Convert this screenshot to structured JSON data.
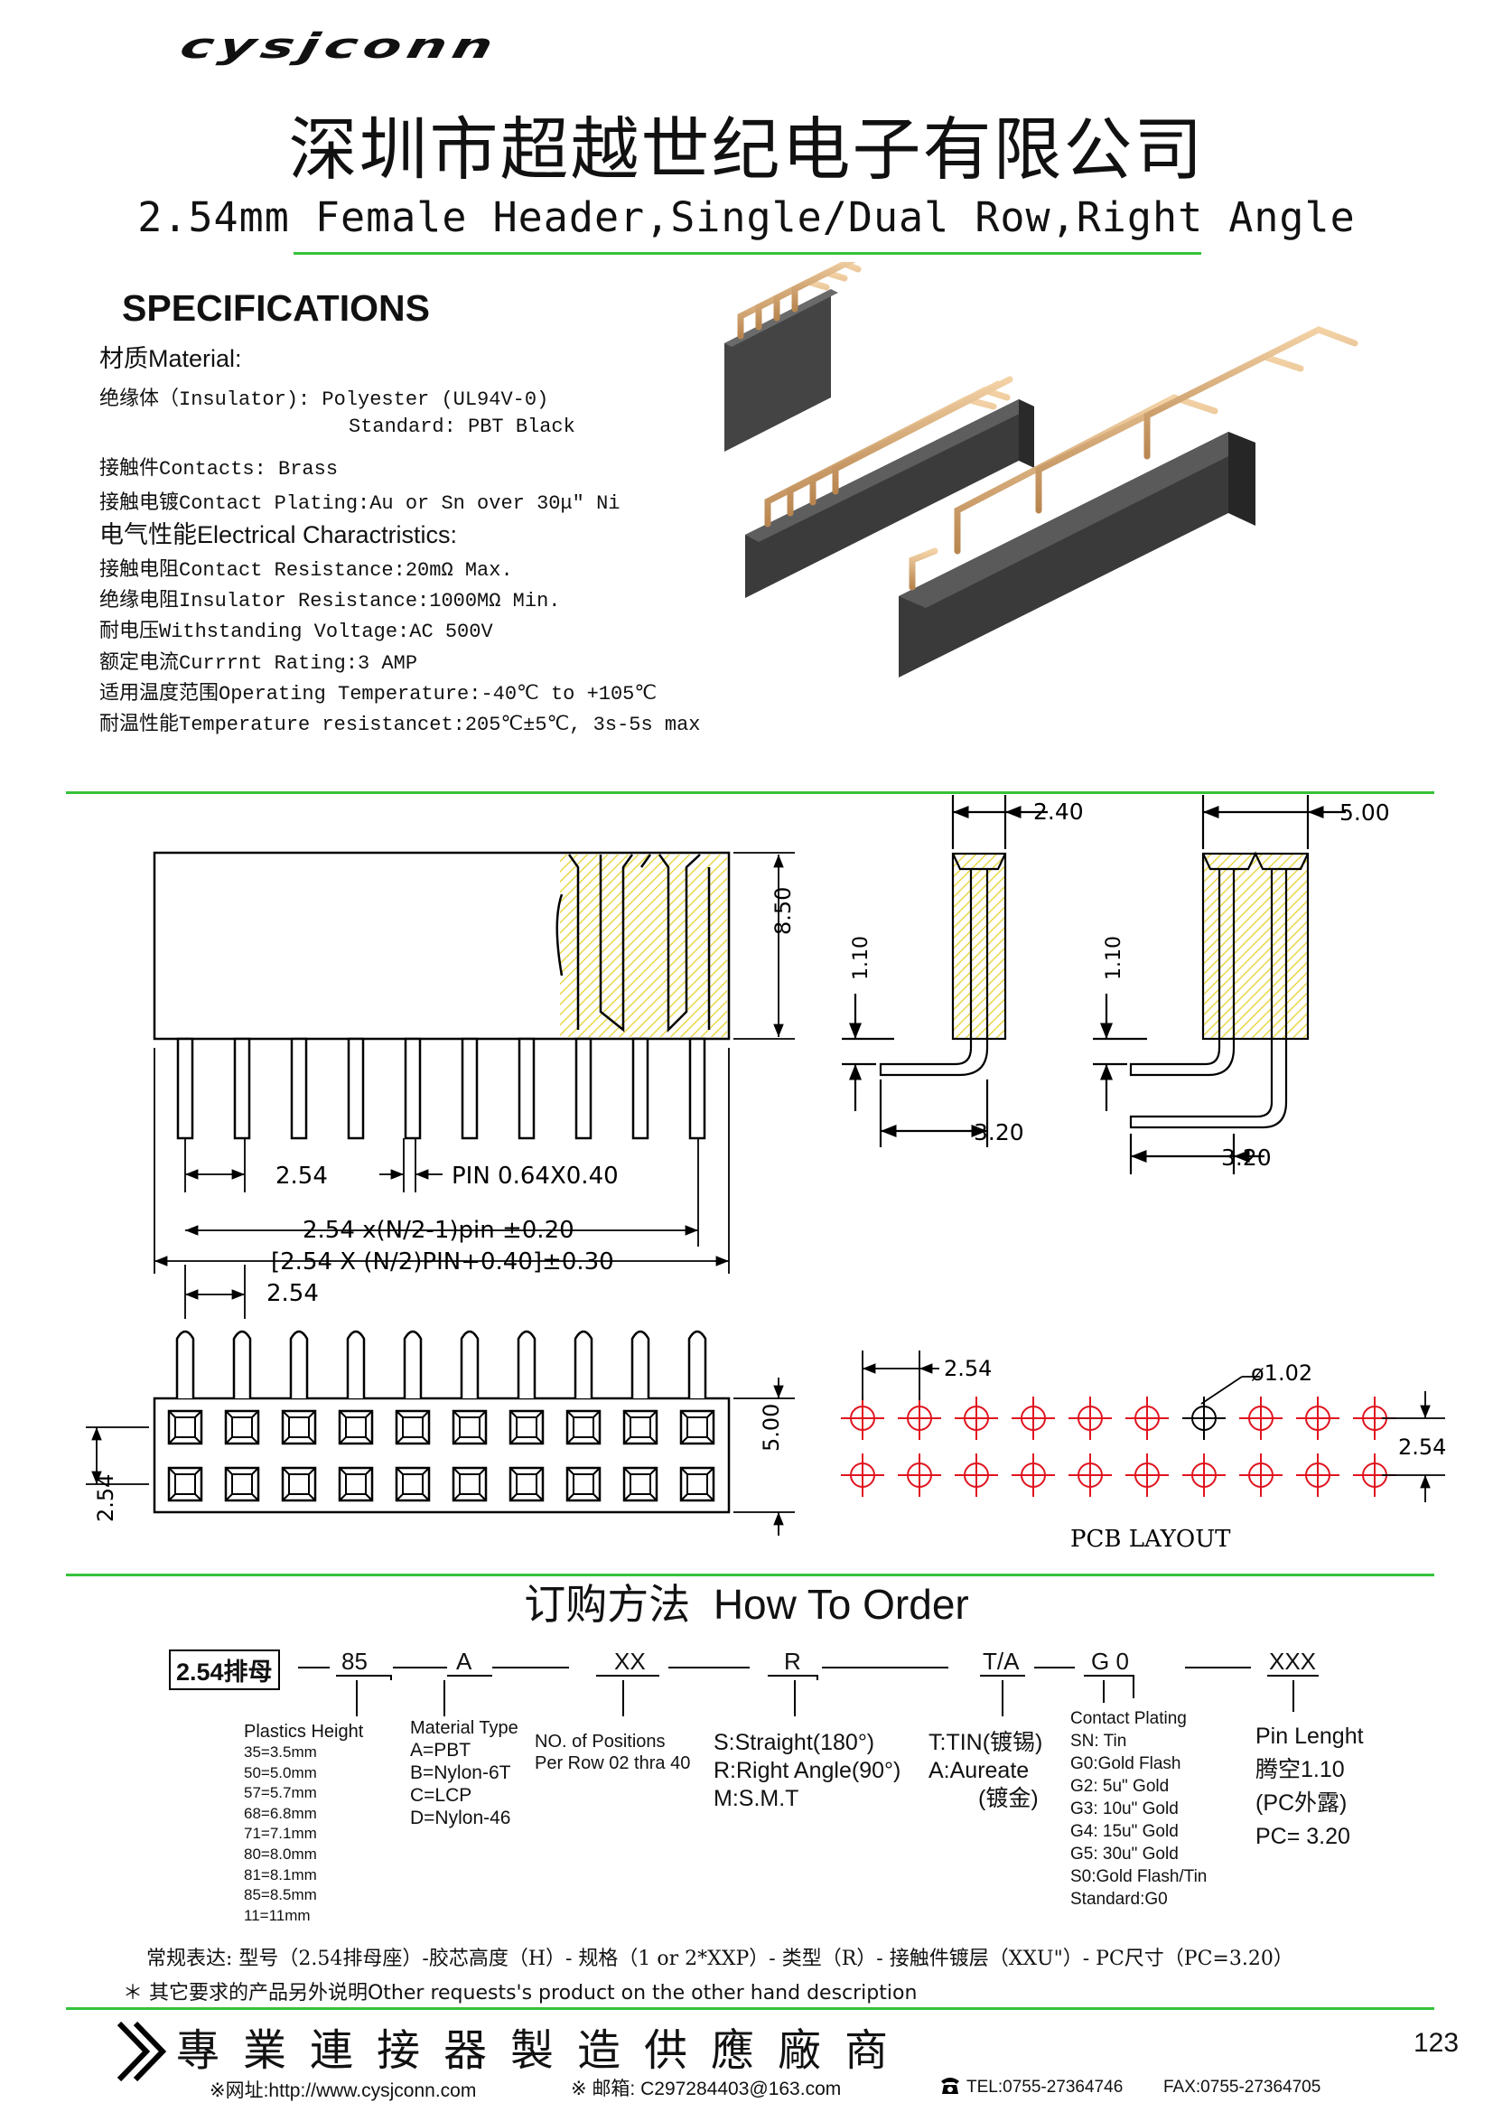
{
  "header": {
    "logo": "cysjconn",
    "company_cn": "深圳市超越世纪电子有限公司",
    "product_title": "2.54mm Female Header,Single/Dual Row,Right Angle"
  },
  "specs": {
    "heading": "SPECIFICATIONS",
    "material_label": "材质Material:",
    "insulator": "绝缘体（Insulator): Polyester (UL94V-0)",
    "insulator_standard": "Standard: PBT Black",
    "contacts": "接触件Contacts: Brass",
    "plating": "接触电镀Contact Plating:Au or Sn over 30μʺ Ni",
    "electrical_label": "电气性能Electrical Charactristics:",
    "contact_resistance": "接触电阻Contact Resistance:20mΩ Max.",
    "insulator_resistance": "绝缘电阻Insulator Resistance:1000MΩ Min.",
    "voltage": "耐电压Withstanding Voltage:AC 500V",
    "current": "额定电流Currrnt Rating:3 AMP",
    "temperature": "适用温度范围Operating Temperature:-40℃ to +105℃",
    "temp_resistance": "耐温性能Temperature resistancet:205℃±5℃, 3s-5s max"
  },
  "drawing": {
    "dim_side_height": "8.50",
    "dim_pitch": "2.54",
    "dim_pin": "PIN 0.64X0.40",
    "dim_formula1": "2.54 x(N/2-1)pin ±0.20",
    "dim_formula2": "[2.54 X (N/2)PIN+0.40]±0.30",
    "dim_top_pitch": "2.54",
    "dim_width_single": "2.40",
    "dim_width_dual": "5.00",
    "dim_offset": "1.10",
    "dim_tail": "3.20",
    "dim_row_height": "5.00",
    "dim_row_pitch": "2.54",
    "pcb_pitch": "2.54",
    "pcb_hole": "ø1.02",
    "pcb_row_pitch": "2.54",
    "pcb_label": "PCB LAYOUT"
  },
  "order": {
    "heading_cn": "订购方法",
    "heading_en": "How To Order",
    "part_box": "2.54排母",
    "codes": [
      "85",
      "A",
      "XX",
      "R",
      "T/A",
      "G 0",
      "XXX"
    ],
    "height_title": "Plastics Height",
    "heights": [
      "35=3.5mm",
      "50=5.0mm",
      "57=5.7mm",
      "68=6.8mm",
      "71=7.1mm",
      "80=8.0mm",
      "81=8.1mm",
      "85=8.5mm",
      "11=11mm"
    ],
    "material_title": "Material Type",
    "materials": [
      "A=PBT",
      "B=Nylon-6T",
      "C=LCP",
      "D=Nylon-46"
    ],
    "positions": [
      "NO. of Positions",
      "Per Row  02 thra 40"
    ],
    "types": [
      "S:Straight(180°)",
      "R:Right Angle(90°)",
      "M:S.M.T"
    ],
    "tin_lines": [
      "T:TIN(镀锡)",
      "A:Aureate",
      "(镀金)"
    ],
    "plating_title": "Contact Plating",
    "platings": [
      "SN: Tin",
      "G0:Gold Flash",
      "G2:  5u\" Gold",
      "G3: 10u\" Gold",
      "G4: 15u\" Gold",
      "G5: 30u\" Gold",
      "S0:Gold Flash/Tin",
      "Standard:G0"
    ],
    "pin_lines": [
      "Pin Lenght",
      "腾空1.10",
      "(PC外露)",
      "PC= 3.20"
    ],
    "regular_note": "常规表达: 型号（2.54排母座）-胶芯高度（H）- 规格（1 or 2*XXP）- 类型（R）- 接触件镀层（XXU\"）- PC尺寸（PC=3.20）",
    "other_note": "＊ 其它要求的产品另外说明Other requests's product on the other hand description"
  },
  "footer": {
    "slogan": "專業連接器製造供應廠商",
    "page_number": "123",
    "website": "※网址:http://www.cysjconn.com",
    "email": "※ 邮箱:  C297284403@163.com",
    "tel": "TEL:0755-27364746",
    "fax": "FAX:0755-27364705"
  },
  "colors": {
    "accent_line": "#36c23a",
    "pcb_red": "#e0141e",
    "hatch_yellow": "#e9d84a"
  }
}
